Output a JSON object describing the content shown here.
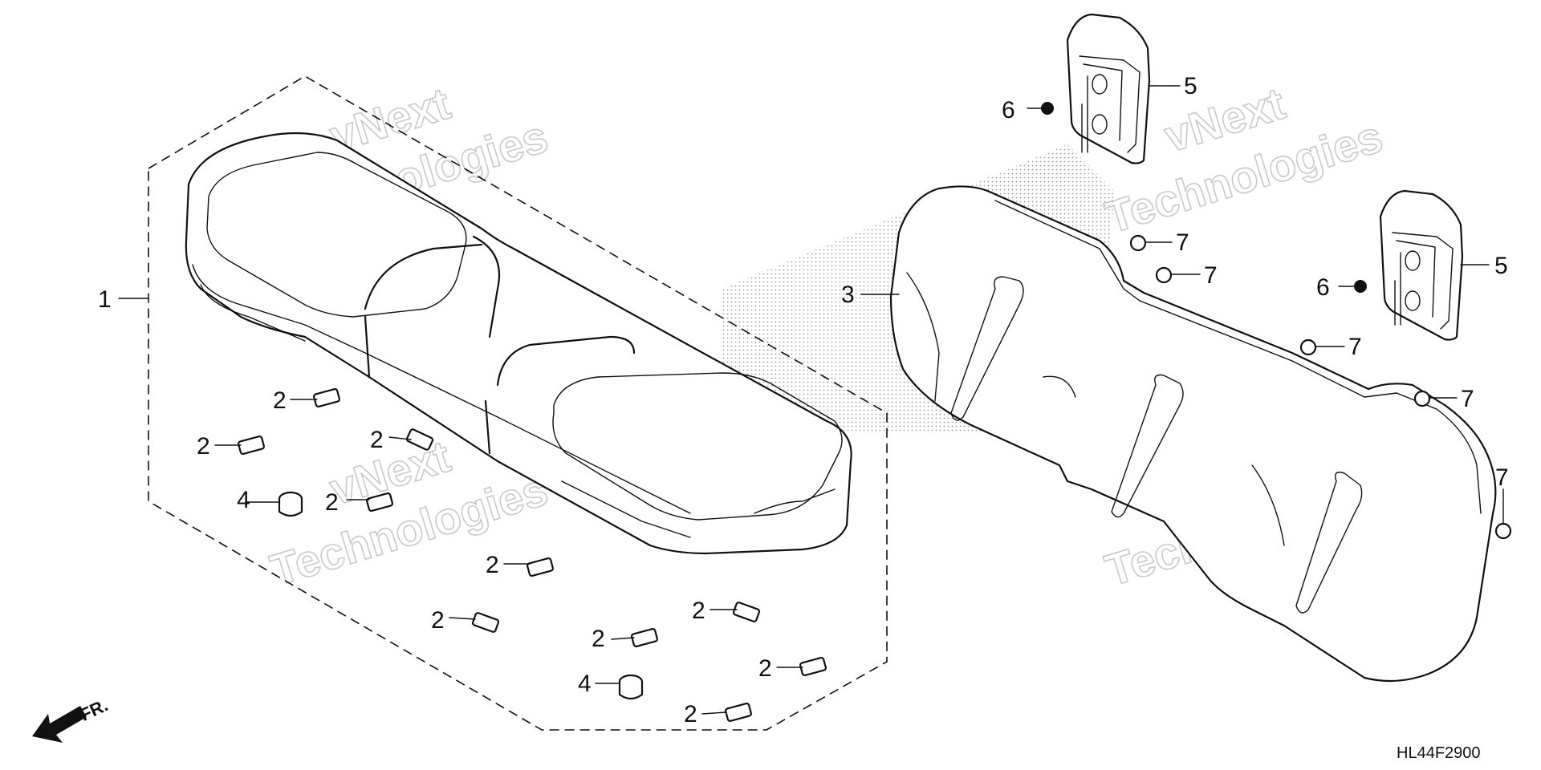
{
  "diagram_code": "HL44F2900",
  "direction_label": "FR.",
  "watermark": {
    "line1": "vNext",
    "line2": "Technologies"
  },
  "callouts": {
    "seat_assembly": "1",
    "clip": "2",
    "seat_back": "3",
    "grommet": "4",
    "headrest": "5",
    "screw_small": "6",
    "screw_back": "7"
  }
}
